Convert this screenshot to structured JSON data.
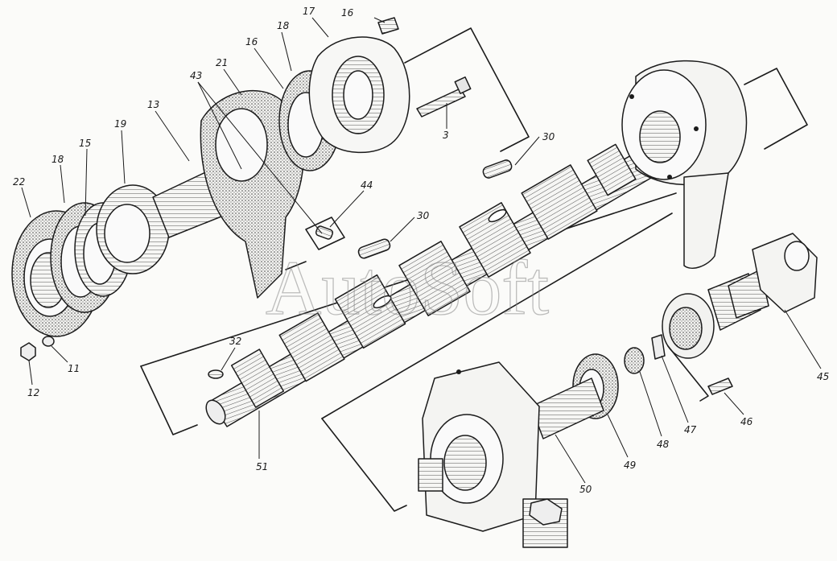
{
  "watermark": "AutoSoft",
  "callouts": [
    {
      "id": "c17",
      "text": "17"
    },
    {
      "id": "c16a",
      "text": "16"
    },
    {
      "id": "c18a",
      "text": "18"
    },
    {
      "id": "c16b",
      "text": "16"
    },
    {
      "id": "c21",
      "text": "21"
    },
    {
      "id": "c43",
      "text": "43"
    },
    {
      "id": "c13",
      "text": "13"
    },
    {
      "id": "c19",
      "text": "19"
    },
    {
      "id": "c15",
      "text": "15"
    },
    {
      "id": "c18b",
      "text": "18"
    },
    {
      "id": "c22",
      "text": "22"
    },
    {
      "id": "c3",
      "text": "3"
    },
    {
      "id": "c30a",
      "text": "30"
    },
    {
      "id": "c30b",
      "text": "30"
    },
    {
      "id": "c44",
      "text": "44"
    },
    {
      "id": "c32",
      "text": "32"
    },
    {
      "id": "c51",
      "text": "51"
    },
    {
      "id": "c11",
      "text": "11"
    },
    {
      "id": "c12",
      "text": "12"
    },
    {
      "id": "c45",
      "text": "45"
    },
    {
      "id": "c46",
      "text": "46"
    },
    {
      "id": "c47",
      "text": "47"
    },
    {
      "id": "c48",
      "text": "48"
    },
    {
      "id": "c49",
      "text": "49"
    },
    {
      "id": "c50",
      "text": "50"
    }
  ],
  "colors": {
    "ink": "#1b1b1b",
    "shade": "#bdbdbd",
    "paper": "#fbfbf9"
  }
}
